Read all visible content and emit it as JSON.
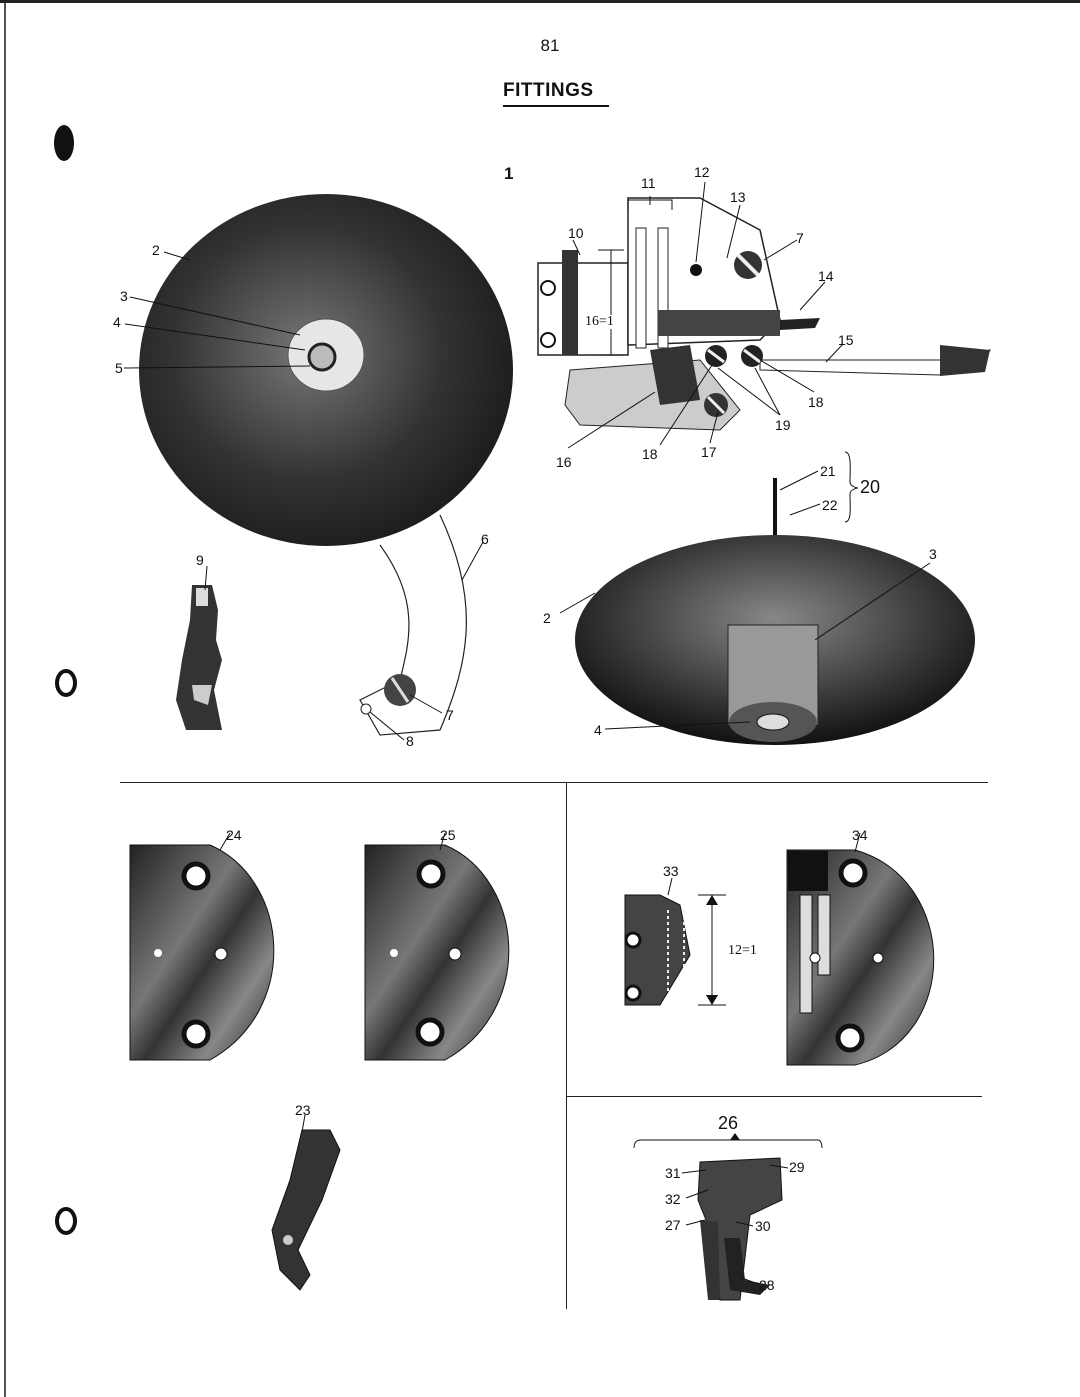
{
  "page": {
    "number": "81",
    "title": "FITTINGS"
  },
  "figures": {
    "fig1": {
      "number": "1",
      "callouts": [
        "2",
        "3",
        "4",
        "5",
        "6",
        "7",
        "8",
        "9",
        "10",
        "11",
        "12",
        "13",
        "7",
        "14",
        "15",
        "16",
        "18",
        "17",
        "18",
        "19",
        "21",
        "22",
        "20",
        "3",
        "2",
        "4"
      ],
      "dimension": "16=1"
    },
    "fig_plates": {
      "callouts": [
        "24",
        "25",
        "23"
      ]
    },
    "fig_feed": {
      "callouts": [
        "33",
        "34"
      ],
      "dimension": "12=1"
    },
    "fig26": {
      "number": "26",
      "callouts": [
        "31",
        "32",
        "27",
        "29",
        "30",
        "28"
      ]
    }
  }
}
